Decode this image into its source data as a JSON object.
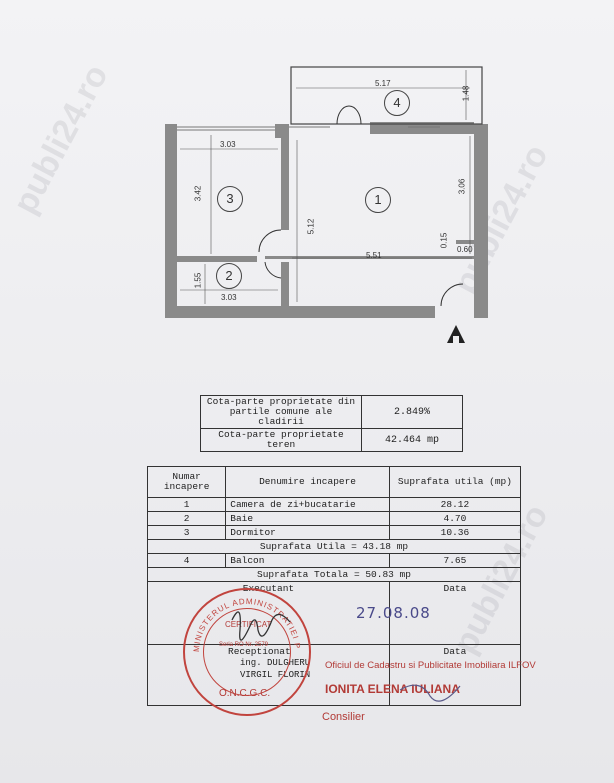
{
  "plan": {
    "dims": {
      "balcony_width": "5.17",
      "balcony_depth": "1.48",
      "room3_width": "3.03",
      "room3_height": "3.42",
      "room1_height": "5.12",
      "room1_right_height": "3.06",
      "room1_width": "5.51",
      "small_a": "0.15",
      "small_b": "0.60",
      "room2_height": "1.55",
      "room2_width": "3.03"
    },
    "rooms": [
      "1",
      "2",
      "3",
      "4"
    ]
  },
  "cota": {
    "row1_label": "Cota-parte proprietate din partile comune ale cladirii",
    "row1_value": "2.849%",
    "row2_label": "Cota-parte proprietate teren",
    "row2_value": "42.464 mp"
  },
  "table": {
    "headers": [
      "Numar incapere",
      "Denumire incapere",
      "Suprafata utila (mp)"
    ],
    "rows": [
      {
        "num": "1",
        "name": "Camera de zi+bucatarie",
        "area": "28.12"
      },
      {
        "num": "2",
        "name": "Baie",
        "area": "4.70"
      },
      {
        "num": "3",
        "name": "Dormitor",
        "area": "10.36"
      }
    ],
    "useful_total": "Suprafata Utila = 43.18 mp",
    "balcony": {
      "num": "4",
      "name": "Balcon",
      "area": "7.65"
    },
    "grand_total": "Suprafata Totala = 50.83 mp"
  },
  "signatures": {
    "executant": "Executant",
    "data1": "Data",
    "date_value": "27.08.08",
    "receptionat": "Receptionat",
    "data2": "Data",
    "name": "ing. DULGHERU",
    "name2": "VIRGIL FLORIN"
  },
  "stamp": {
    "ring_text": "MINISTERUL ADMINISTRATIEI PUBLICE",
    "bottom": "O.N.C.G.C.",
    "center1": "CERTIFICAT",
    "center2": "Seria RO Nr. 2579"
  },
  "red_text": {
    "office": "Oficiul de Cadastru si Publicitate Imobiliara ILFOV",
    "person": "IONITA ELENA IULIANA",
    "role": "Consilier"
  },
  "watermark": "publi24.ro"
}
